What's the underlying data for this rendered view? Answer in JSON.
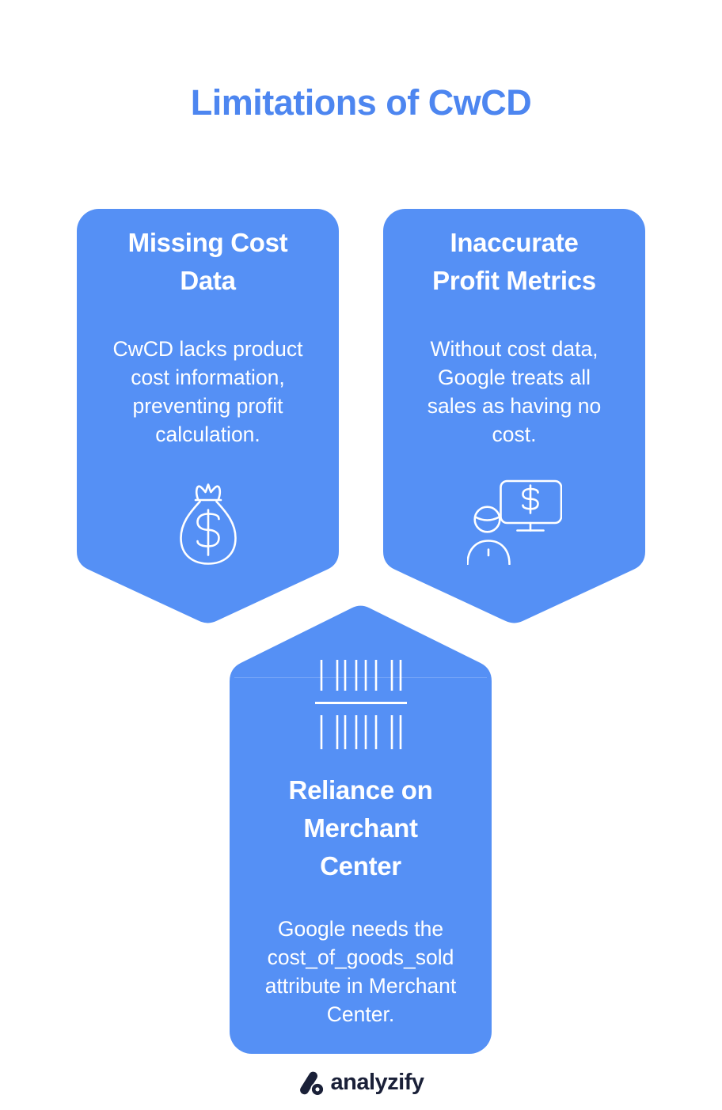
{
  "title": "Limitations of CwCD",
  "colors": {
    "card_blue": "#5590f5",
    "title_blue": "#4d86f0",
    "card_text": "#ffffff",
    "logo_navy": "#1a2038",
    "background": "#ffffff"
  },
  "cards": [
    {
      "id": "missing-cost-data",
      "heading": "Missing Cost\nData",
      "body": "CwCD lacks product\ncost information,\npreventing profit\ncalculation.",
      "icon": "money-bag-icon"
    },
    {
      "id": "inaccurate-profit-metrics",
      "heading": "Inaccurate\nProfit Metrics",
      "body": "Without cost data,\nGoogle treats all\nsales as having no\ncost.",
      "icon": "person-monitor-icon"
    },
    {
      "id": "reliance-on-merchant-center",
      "heading": "Reliance on\nMerchant\nCenter",
      "body": "Google needs the\ncost_of_goods_sold\nattribute in Merchant\nCenter.",
      "icon": "barcode-scan-icon"
    }
  ],
  "footer": {
    "brand": "analyzify"
  }
}
